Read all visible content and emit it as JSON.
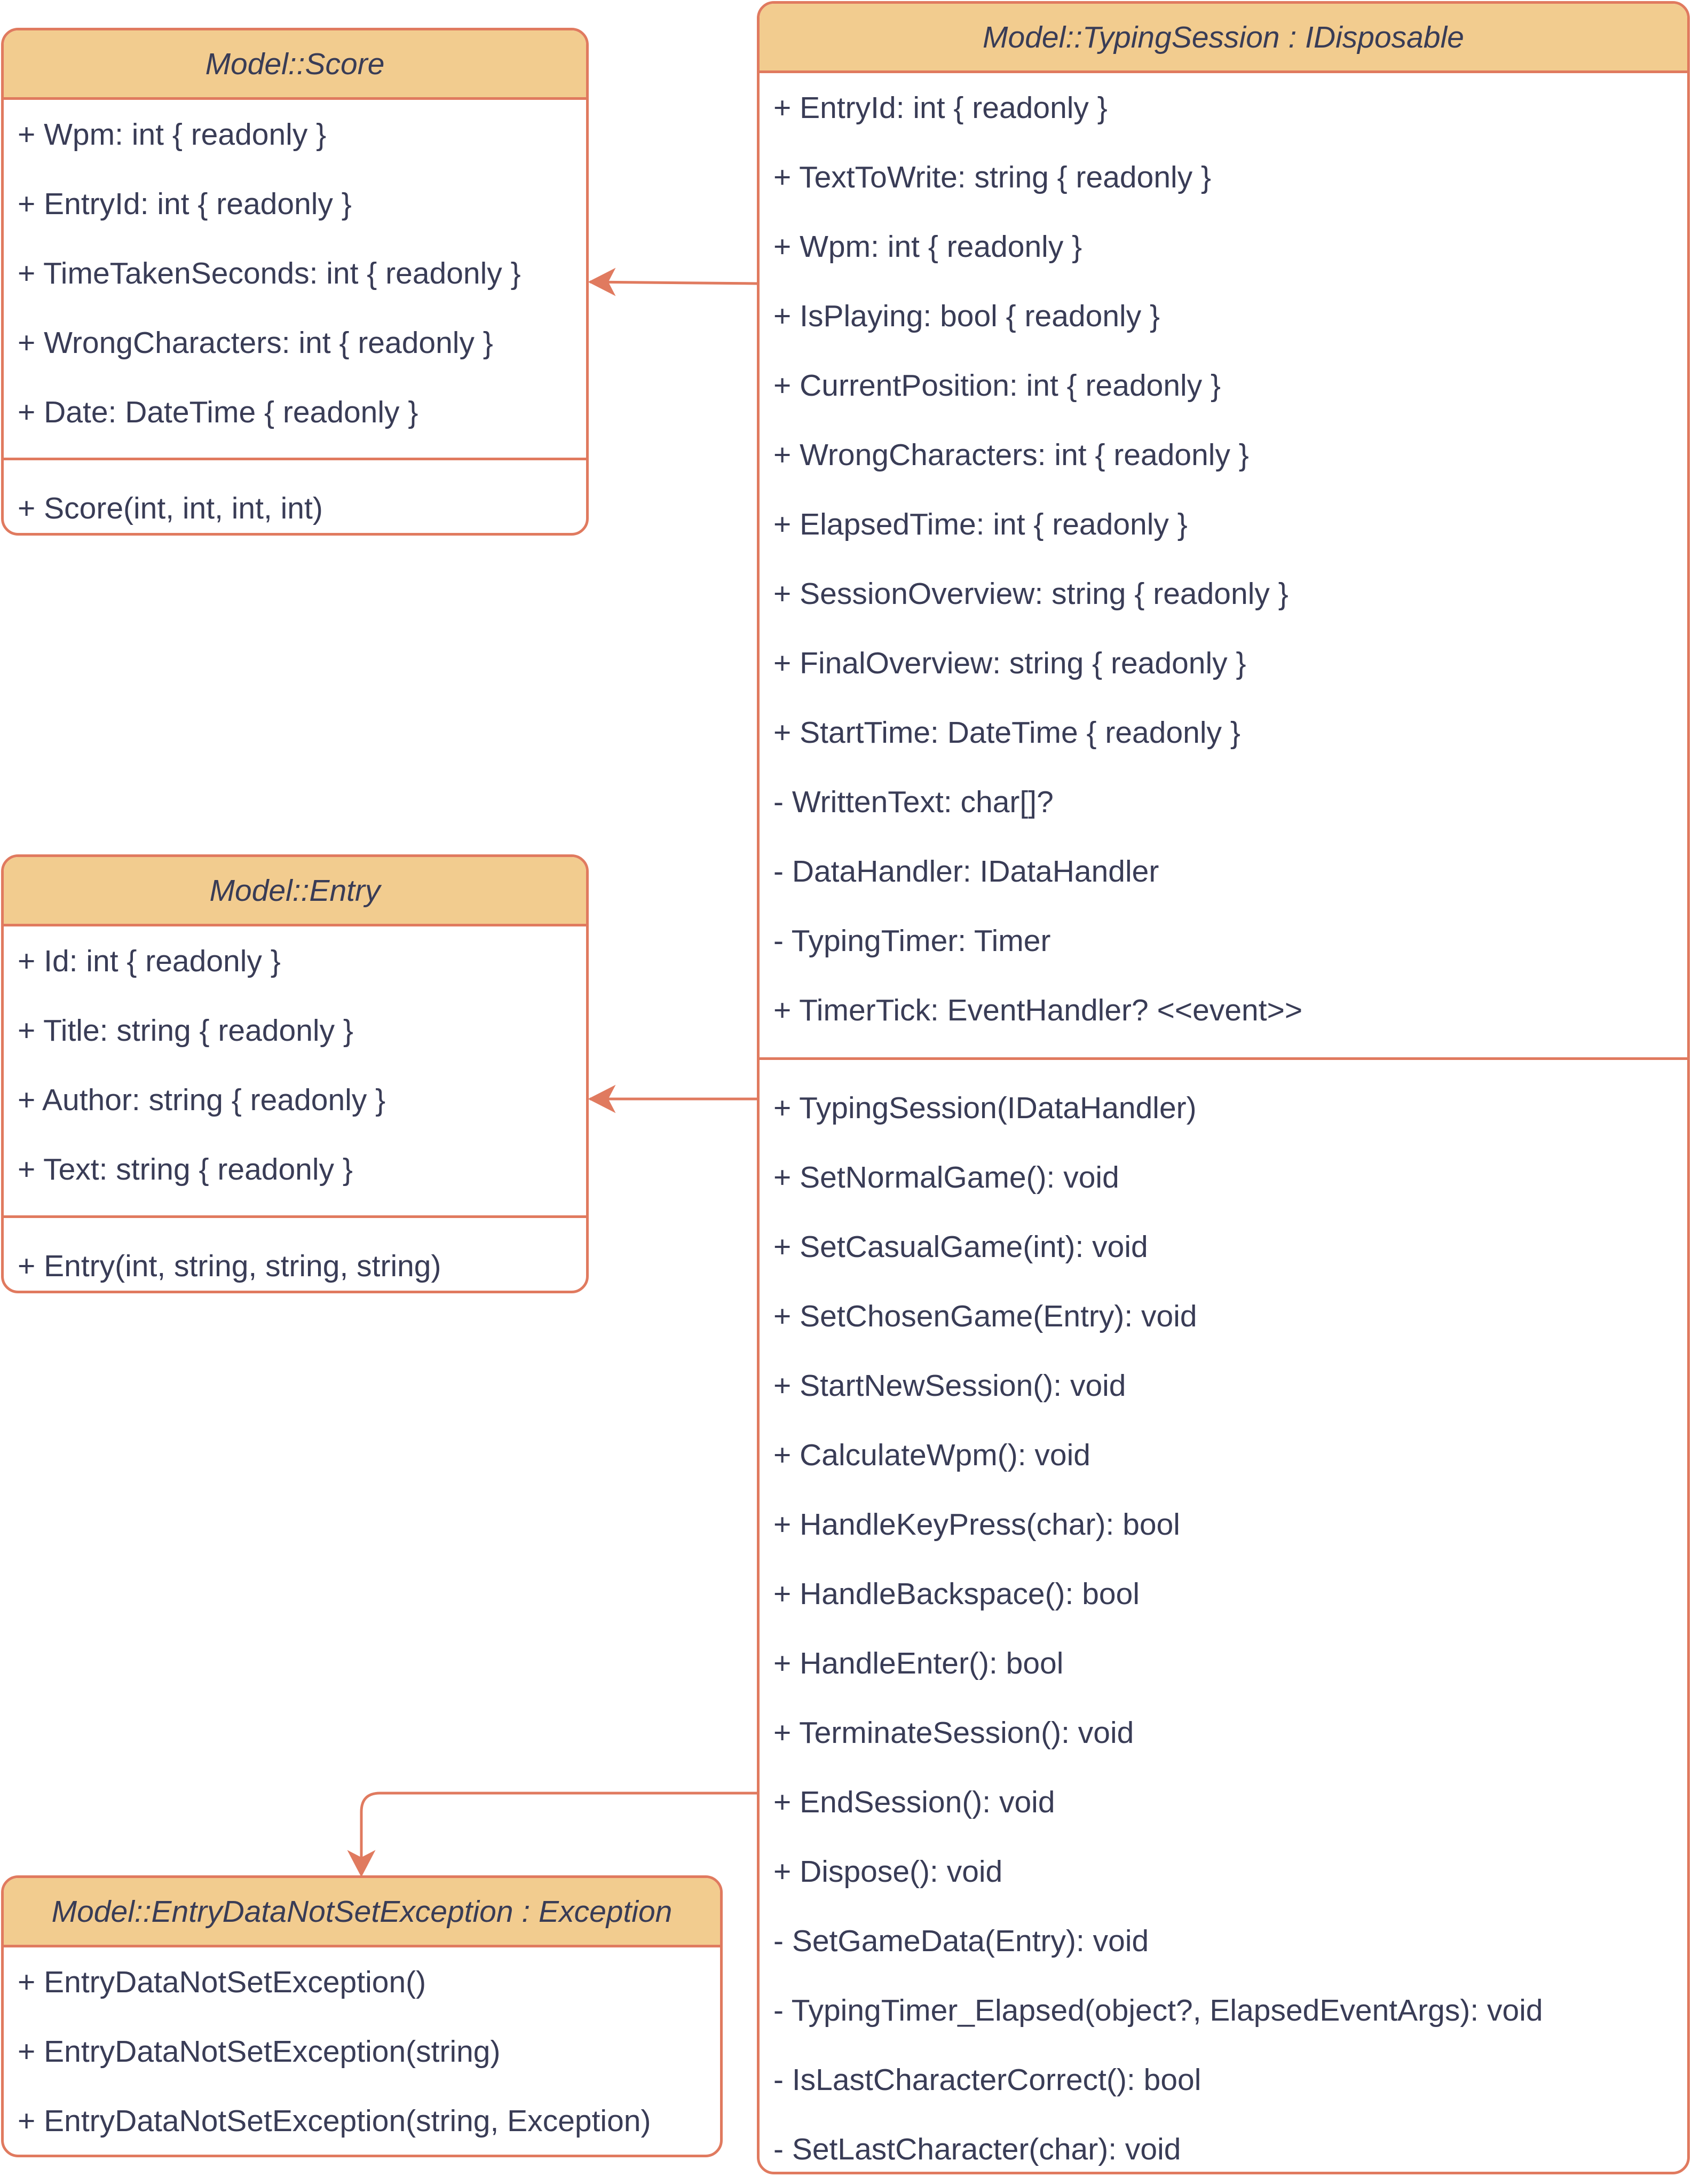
{
  "colors": {
    "stroke": "#E07A5F",
    "header_fill": "#F2CC8F",
    "text": "#393C56"
  },
  "classes": {
    "score": {
      "title": "Model::Score",
      "attributes": [
        "+ Wpm: int { readonly }",
        "+ EntryId: int { readonly }",
        "+ TimeTakenSeconds: int { readonly }",
        "+ WrongCharacters: int { readonly }",
        "+ Date: DateTime { readonly }"
      ],
      "methods": [
        "+ Score(int, int, int, int)"
      ]
    },
    "entry": {
      "title": "Model::Entry",
      "attributes": [
        "+ Id: int { readonly }",
        "+ Title: string { readonly }",
        "+ Author: string { readonly }",
        "+ Text: string { readonly }"
      ],
      "methods": [
        "+ Entry(int, string, string, string)"
      ]
    },
    "exception": {
      "title": "Model::EntryDataNotSetException : Exception",
      "attributes": [],
      "methods": [
        "+ EntryDataNotSetException()",
        "+ EntryDataNotSetException(string)",
        "+ EntryDataNotSetException(string, Exception)"
      ]
    },
    "typing_session": {
      "title": "Model::TypingSession : IDisposable",
      "attributes": [
        "+ EntryId: int { readonly }",
        "+ TextToWrite: string { readonly }",
        "+ Wpm: int { readonly }",
        "+ IsPlaying: bool { readonly }",
        "+ CurrentPosition: int { readonly }",
        "+ WrongCharacters: int { readonly }",
        "+ ElapsedTime: int { readonly }",
        "+ SessionOverview: string { readonly }",
        "+ FinalOverview: string { readonly }",
        "+ StartTime: DateTime { readonly }",
        "- WrittenText: char[]?",
        "- DataHandler: IDataHandler",
        "- TypingTimer: Timer",
        "+ TimerTick: EventHandler?  <<event>>"
      ],
      "methods": [
        "+ TypingSession(IDataHandler)",
        "+ SetNormalGame(): void",
        "+ SetCasualGame(int): void",
        "+ SetChosenGame(Entry): void",
        "+ StartNewSession(): void",
        "+ CalculateWpm(): void",
        "+ HandleKeyPress(char): bool",
        "+ HandleBackspace(): bool",
        "+ HandleEnter(): bool",
        "+ TerminateSession(): void",
        "+ EndSession(): void",
        "+ Dispose(): void",
        "- SetGameData(Entry): void",
        "- TypingTimer_Elapsed(object?, ElapsedEventArgs): void",
        "- IsLastCharacterCorrect(): bool",
        "- SetLastCharacter(char): void"
      ]
    }
  }
}
